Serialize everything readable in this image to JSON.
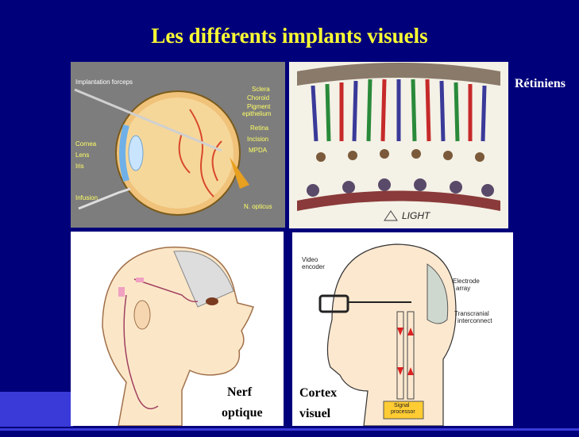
{
  "title": "Les différents implants visuels",
  "labels": {
    "retiniens": "Rétiniens",
    "nerf": "Nerf",
    "optique": "optique",
    "cortex": "Cortex",
    "visuel": "visuel"
  },
  "eye_diagram": {
    "forceps": "Implantation forceps",
    "sclera": "Sclera",
    "choroid": "Choroid",
    "pigment": "Pigment",
    "epithelium": "epithelium",
    "retina": "Retina",
    "incision": "Incision",
    "mpda": "MPDA",
    "cornea": "Cornea",
    "lens": "Lens",
    "iris": "Iris",
    "infusion": "Infusion",
    "nopticus": "N. opticus"
  },
  "retina_diagram": {
    "light": "LIGHT"
  },
  "cortex_diagram": {
    "video": "Video",
    "encoder": "encoder",
    "electrode": "Electrode",
    "array": "array",
    "transcranial": "Transcranial",
    "interconnect": "interconnect",
    "signal": "Signal",
    "processor": "processor"
  }
}
